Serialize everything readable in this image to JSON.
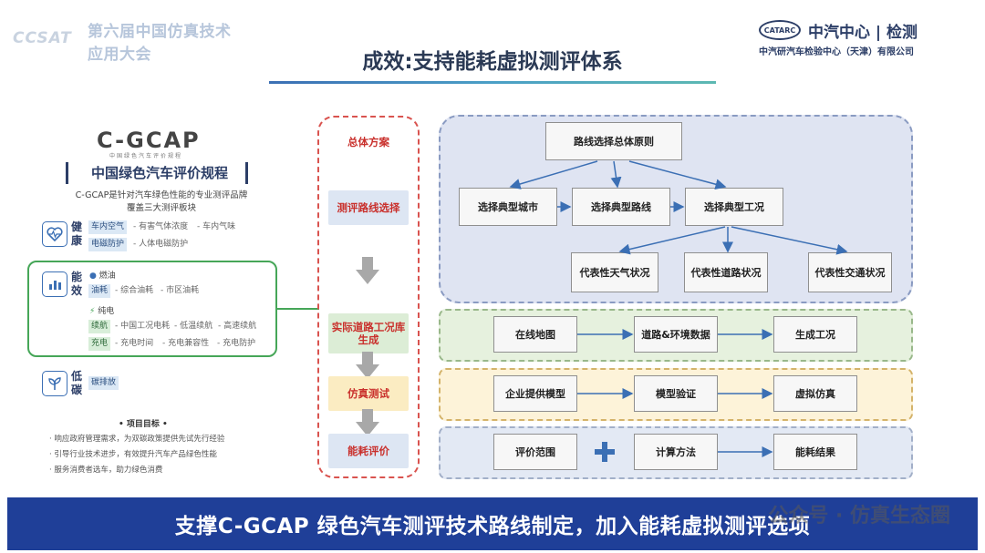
{
  "header": {
    "left_logo": "CCSAT",
    "conference_title": "第六届中国仿真技术应用大会",
    "title": "成效:支持能耗虚拟测评体系",
    "right_logo_mark": "CATARC",
    "right_logo_name": "中汽中心 | 检测",
    "right_logo_sub": "中汽研汽车检验中心（天津）有限公司"
  },
  "left": {
    "brand": "C-GCAP",
    "brand_sub": "中国绿色汽车评价规程",
    "title": "中国绿色汽车评价规程",
    "desc_line1": "C-GCAP是针对汽车绿色性能的专业测评品牌",
    "desc_line2": "覆盖三大测评板块",
    "health": {
      "label": "健康",
      "row1": [
        "车内空气",
        "有害气体浓度",
        "车内气味"
      ],
      "row2": [
        "电磁防护",
        "人体电磁防护"
      ]
    },
    "efficiency": {
      "label": "能效",
      "fuel_label": "燃油",
      "fuel_row": [
        "油耗",
        "综合油耗",
        "市区油耗"
      ],
      "electric_label": "纯电",
      "range_row": [
        "续航",
        "中国工况电耗",
        "低温续航",
        "高速续航"
      ],
      "charge_row": [
        "充电",
        "充电时间",
        "充电兼容性",
        "充电防护"
      ]
    },
    "lowcarbon": {
      "label": "低碳",
      "tag": "碳排放"
    },
    "goals": {
      "title": "• 项目目标 •",
      "items": [
        "响应政府管理需求，为双碳政策提供先试先行经验",
        "引导行业技术进步，有效提升汽车产品绿色性能",
        "服务消费者选车，助力绿色消费"
      ]
    }
  },
  "flow": {
    "overall": "总体方案",
    "step1": "测评路线选择",
    "step2": "实际道路工况库生成",
    "step3": "仿真测试",
    "step4": "能耗评价"
  },
  "route": {
    "root": "路线选择总体原则",
    "level1": [
      "选择典型城市",
      "选择典型路线",
      "选择典型工况"
    ],
    "level2": [
      "代表性天气状况",
      "代表性道路状况",
      "代表性交通状况"
    ]
  },
  "bands": {
    "green": [
      "在线地图",
      "道路&环境数据",
      "生成工况"
    ],
    "yellow": [
      "企业提供模型",
      "模型验证",
      "虚拟仿真"
    ],
    "blue": [
      "评价范围",
      "计算方法",
      "能耗结果"
    ]
  },
  "footer": {
    "text": "支撑C-GCAP 绿色汽车测评技术路线制定，加入能耗虚拟测评选项",
    "watermark": "公众号 · 仿真生态圈"
  },
  "colors": {
    "primary": "#2c3e67",
    "accent_red": "#c9302c",
    "footer_bg": "#1f3f98",
    "green": "#46a658",
    "arrow_blue": "#3b6fb4"
  }
}
